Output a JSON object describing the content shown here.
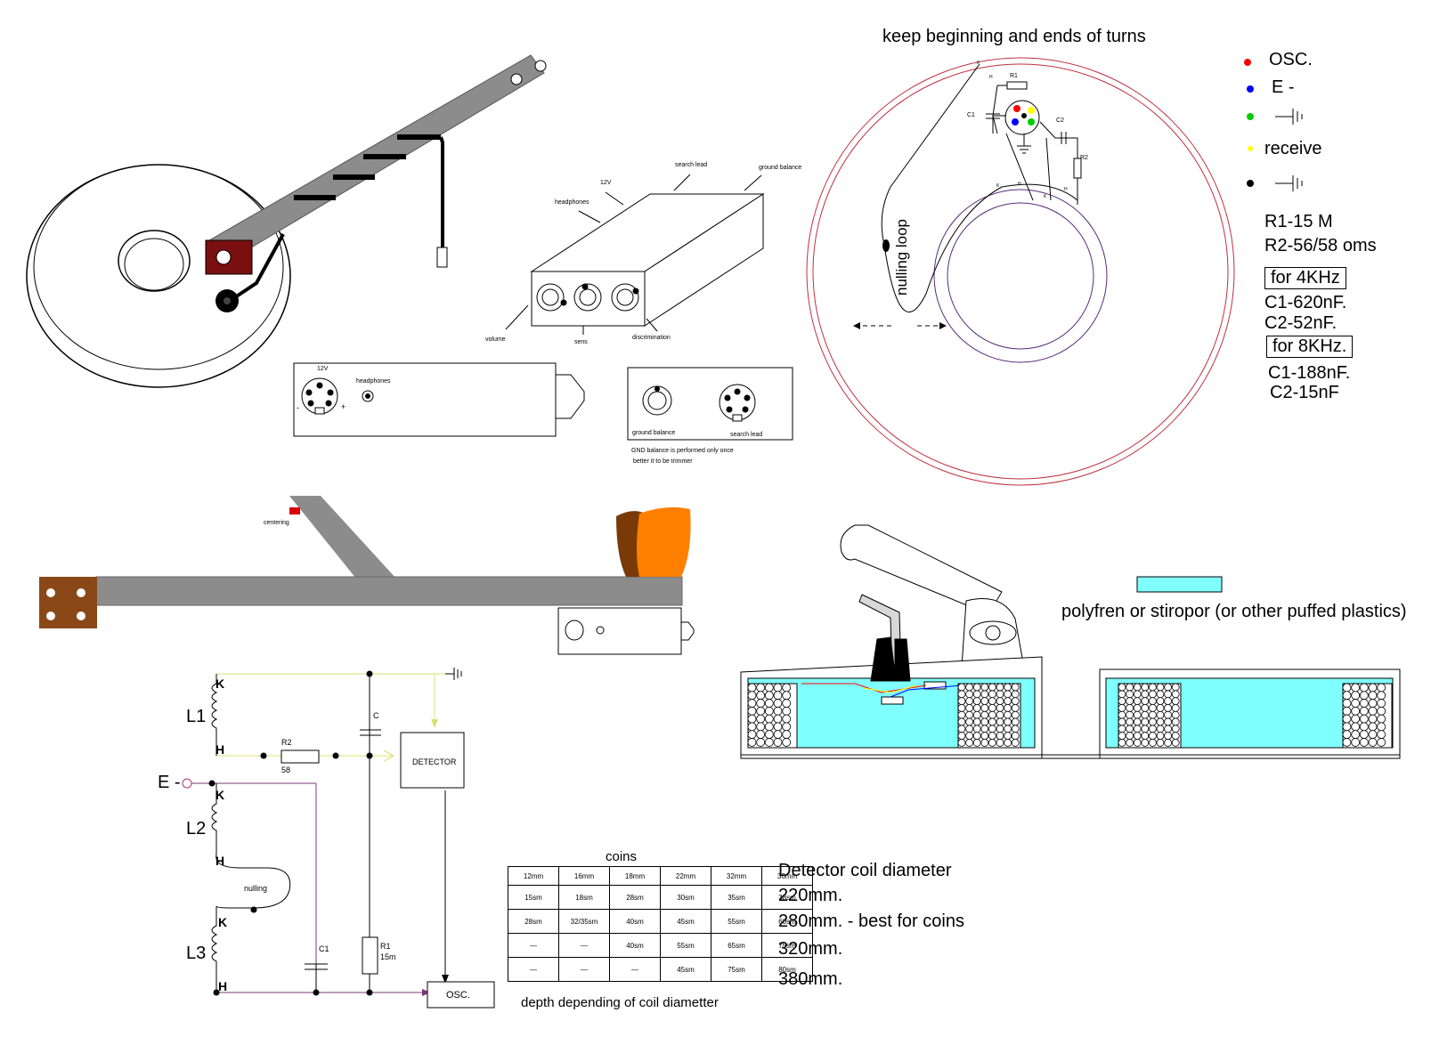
{
  "coil_diagram": {
    "title": "keep beginning and ends of turns",
    "nulling_label": "nulling loop",
    "small_labels": {
      "r1": "R1",
      "r2": "R2",
      "c1": "C1",
      "c2": "C2",
      "k": "K",
      "h": "H"
    }
  },
  "legend": {
    "items": [
      {
        "color": "#ff0000",
        "label": "OSC."
      },
      {
        "color": "#0000ff",
        "label": "E -"
      },
      {
        "color": "#00cc00",
        "label": "",
        "icon": "ground-icon"
      },
      {
        "color": "#ffff00",
        "label": "receive"
      },
      {
        "color": "#000000",
        "label": "",
        "icon": "ground-icon"
      }
    ]
  },
  "specs": {
    "r1": "R1-15 M",
    "r2": "R2-56/58 oms",
    "f1_title": "for 4KHz",
    "f1_c1": "C1-620nF.",
    "f1_c2": "C2-52nF.",
    "f2_title": "for 8KHz.",
    "f2_c1": "C1-188nF.",
    "f2_c2": "C2-15nF"
  },
  "control_box": {
    "top_labels": {
      "v12": "12V",
      "headphones": "headphones",
      "search_lead": "search lead",
      "ground_balance": "ground balance"
    },
    "bottom_labels": {
      "volume": "volume",
      "sens": "sens",
      "discrimination": "discrimination"
    },
    "back_panel": {
      "v12": "12V",
      "headphones": "headphones",
      "minus": "-",
      "plus": "+"
    },
    "front_panel": {
      "ground_balance": "ground balance",
      "search_lead": "search lead",
      "note_line1": "GND balance is performed only once",
      "note_line2": "better it to be trimmer"
    }
  },
  "shaft": {
    "centering": "centering"
  },
  "material": {
    "note": "polyfren or stiropor (or other puffed plastics)",
    "swatch_color": "#80ffff"
  },
  "schematic": {
    "l1": "L1",
    "l2": "L2",
    "l3": "L3",
    "k": "K",
    "h": "H",
    "r2": "R2",
    "r2_val": "58",
    "c": "C",
    "c1": "C1",
    "r1": "R1",
    "r1_val": "15m",
    "e_minus": "E -",
    "nulling": "nulling",
    "detector": "DETECTOR",
    "osc": "OSC."
  },
  "depth_table": {
    "caption_top": "coins",
    "caption_bottom": "depth depending of coil diametter",
    "header": "Detector coil diameter",
    "coins": [
      "12mm",
      "16mm",
      "18mm",
      "22mm",
      "32mm",
      "36mm"
    ],
    "rows": [
      {
        "diameter": "220mm.",
        "values": [
          "15sm",
          "18sm",
          "28sm",
          "30sm",
          "35sm",
          "38sm"
        ]
      },
      {
        "diameter": "280mm. - best for coins",
        "values": [
          "28sm",
          "32/35sm",
          "40sm",
          "45sm",
          "55sm",
          "60sm"
        ]
      },
      {
        "diameter": "320mm.",
        "values": [
          "—",
          "—",
          "40sm",
          "55sm",
          "65sm",
          "75sm"
        ]
      },
      {
        "diameter": "380mm.",
        "values": [
          "—",
          "—",
          "—",
          "45sm",
          "75sm",
          "80sm"
        ]
      }
    ]
  }
}
